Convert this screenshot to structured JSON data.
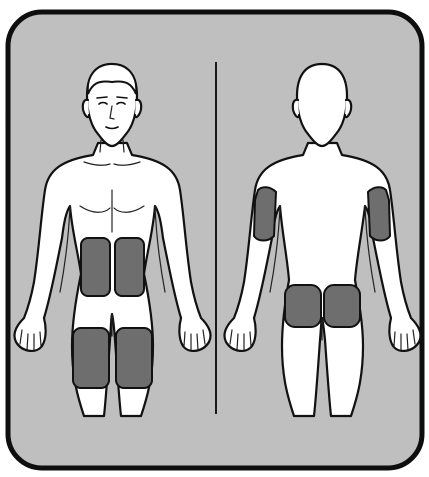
{
  "figure": {
    "panel_color": "#bfbfbf",
    "zone_color": "#6e6e6e",
    "body_color": "#ffffff",
    "outline_color": "#111111"
  },
  "views": [
    {
      "id": "front",
      "injection_sites": [
        "abdomen-left",
        "abdomen-right",
        "thigh-left",
        "thigh-right"
      ]
    },
    {
      "id": "back",
      "injection_sites": [
        "upper-arm-left",
        "upper-arm-right",
        "buttock-left",
        "buttock-right"
      ]
    }
  ]
}
